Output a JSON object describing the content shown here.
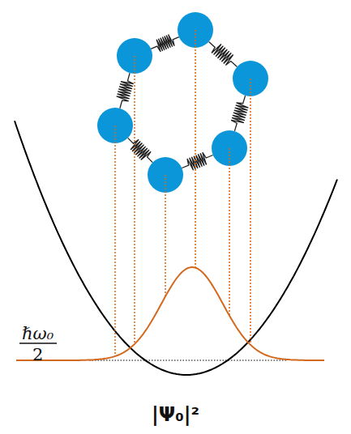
{
  "diagram": {
    "labels": [
      "ℏω₀",
      "2",
      "|Ψ₀|²"
    ]
  }
}
